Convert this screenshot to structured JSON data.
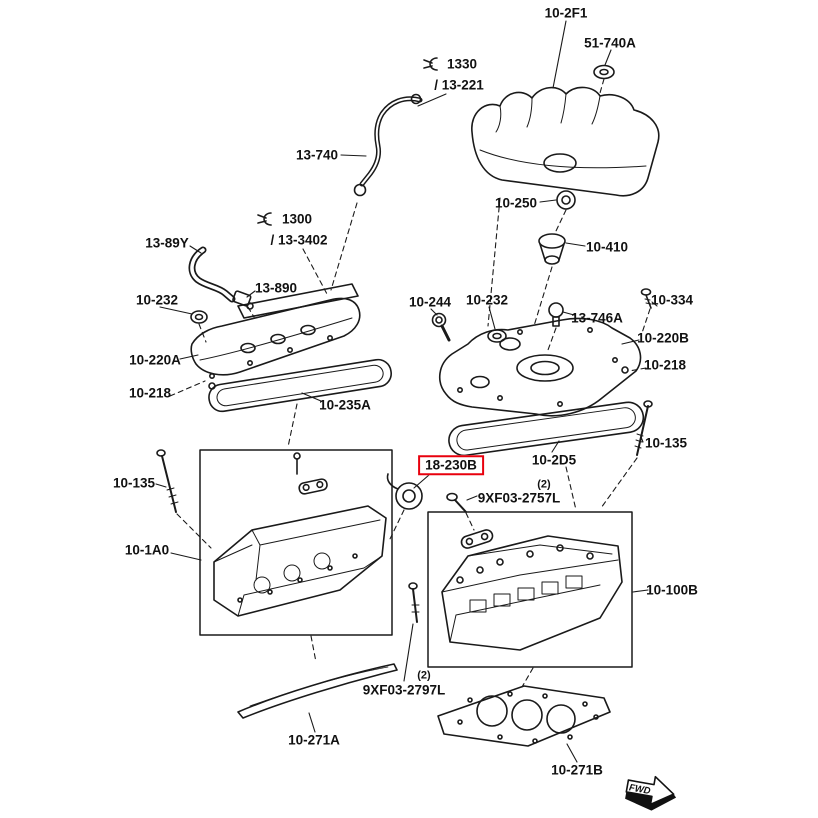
{
  "diagram": {
    "labels": {
      "p10_2F1": "10-2F1",
      "p51_740A": "51-740A",
      "p1330": "1330",
      "p13_221": "/ 13-221",
      "p13_740": "13-740",
      "p10_250": "10-250",
      "p10_410": "10-410",
      "p1300": "1300",
      "p13_3402": "/ 13-3402",
      "p13_89Y": "13-89Y",
      "p13_890": "13-890",
      "p10_232_left": "10-232",
      "p10_244": "10-244",
      "p10_232_center": "10-232",
      "p13_746A": "13-746A",
      "p10_334": "10-334",
      "p10_220B": "10-220B",
      "p10_220A": "10-220A",
      "p10_218_right": "10-218",
      "p10_218_left": "10-218",
      "p10_235A": "10-235A",
      "p10_2D5": "10-2D5",
      "p10_135_right": "10-135",
      "p18_230B": "18-230B",
      "p10_135_left": "10-135",
      "qty_2757": "(2)",
      "p9XF03_2757L": "9XF03-2757L",
      "p10_1A0": "10-1A0",
      "p10_100B": "10-100B",
      "qty_2797": "(2)",
      "p9XF03_2797L": "9XF03-2797L",
      "p10_271A": "10-271A",
      "p10_271B": "10-271B",
      "fwd": "FWD"
    },
    "icons": {
      "clamp_13_221": "hose-clamp-icon",
      "clamp_13_3402": "hose-clamp-icon",
      "fwd": "fwd-arrow-icon"
    },
    "colors": {
      "highlight": "#e8000d",
      "line": "#1a1a1a",
      "background": "#ffffff"
    }
  }
}
